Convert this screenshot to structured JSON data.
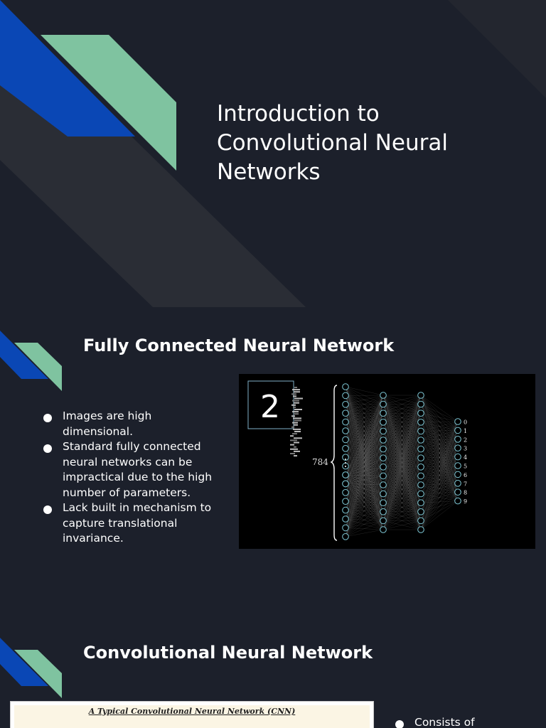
{
  "slides": {
    "title": {
      "heading": "Introduction to Convolutional Neural Networks"
    },
    "fully_connected": {
      "heading": "Fully Connected Neural Network",
      "bullets": [
        "Images are high dimensional.",
        "Standard fully connected neural networks can be impractical due to the high number of parameters.",
        "Lack built in mechanism to capture translational invariance."
      ],
      "figure": {
        "input_digit": "2",
        "input_size_label": "784",
        "output_labels": [
          "0",
          "1",
          "2",
          "3",
          "4",
          "5",
          "6",
          "7",
          "8",
          "9"
        ]
      }
    },
    "cnn": {
      "heading": "Convolutional Neural Network",
      "figure_caption": "A Typical Convolutional Neural Network (CNN)",
      "bullets": [
        "Consists of"
      ]
    }
  },
  "colors": {
    "background": "#1c202b",
    "accent_blue": "#0a47b5",
    "accent_green": "#7fc3a0",
    "shadow": "#2a2d35"
  }
}
